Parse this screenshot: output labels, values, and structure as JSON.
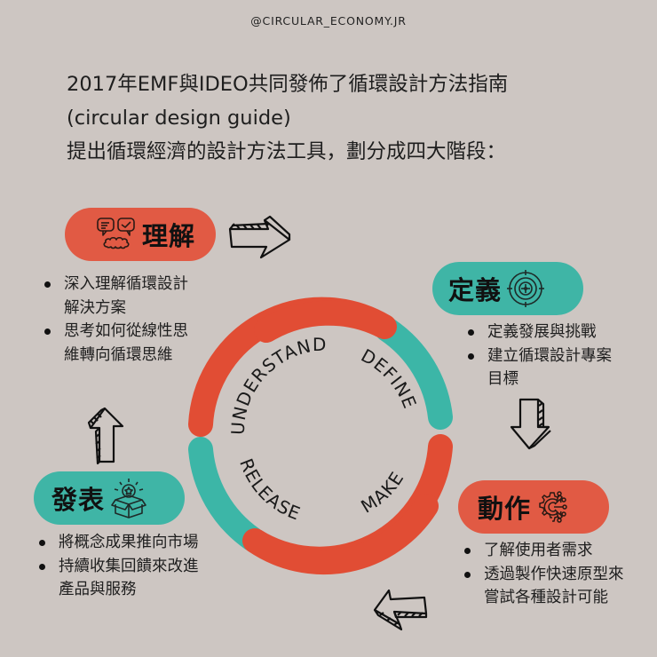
{
  "handle": "@CIRCULAR_ECONOMY.JR",
  "intro": {
    "line1": "2017年EMF與IDEO共同發佈了循環設計方法指南",
    "line2": "(circular design guide)",
    "line3": "提出循環經濟的設計方法工具，劃分成四大階段："
  },
  "colors": {
    "background": "#cdc6c2",
    "red": "#e15a44",
    "teal": "#3fb5a6",
    "text": "#1a1a1a"
  },
  "stages": {
    "understand": {
      "title": "理解",
      "icon": "chat-brain-icon",
      "color": "red",
      "bullets": [
        {
          "lines": [
            "深入理解循環設計",
            "解決方案"
          ]
        },
        {
          "lines": [
            "思考如何從線性思",
            "維轉向循環思維"
          ]
        }
      ]
    },
    "define": {
      "title": "定義",
      "icon": "target-icon",
      "color": "teal",
      "bullets": [
        {
          "lines": [
            "定義發展與挑戰"
          ]
        },
        {
          "lines": [
            "建立循環設計專案",
            "目標"
          ]
        }
      ]
    },
    "make": {
      "title": "動作",
      "icon": "gear-circuit-icon",
      "color": "red",
      "bullets": [
        {
          "lines": [
            "了解使用者需求"
          ]
        },
        {
          "lines": [
            "透過製作快速原型來",
            "嘗試各種設計可能"
          ]
        }
      ]
    },
    "release": {
      "title": "發表",
      "icon": "box-star-icon",
      "color": "teal",
      "bullets": [
        {
          "lines": [
            "將概念成果推向市場"
          ]
        },
        {
          "lines": [
            "持續收集回饋來改進",
            "產品與服務"
          ]
        }
      ]
    }
  },
  "ring": {
    "labels": [
      "UNDERSTAND",
      "DEFINE",
      "MAKE",
      "RELEASE"
    ]
  },
  "arrows": [
    "arrow-right-icon",
    "arrow-down-icon",
    "arrow-left-icon",
    "arrow-up-icon"
  ]
}
